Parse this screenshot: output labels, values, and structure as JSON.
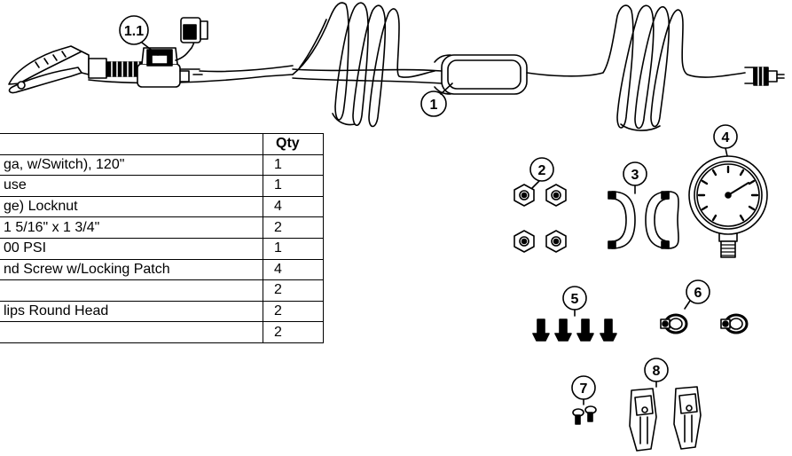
{
  "table": {
    "header": {
      "desc": "",
      "qty": "Qty"
    },
    "rows": [
      {
        "desc": "ga, w/Switch), 120\"",
        "qty": "1"
      },
      {
        "desc": "use",
        "qty": "1"
      },
      {
        "desc": "ge) Locknut",
        "qty": "4"
      },
      {
        "desc": " 1 5/16\" x 1 3/4\"",
        "qty": "2"
      },
      {
        "desc": "00 PSI",
        "qty": "1"
      },
      {
        "desc": "nd Screw w/Locking Patch",
        "qty": "4"
      },
      {
        "desc": "",
        "qty": "2"
      },
      {
        "desc": "lips Round Head",
        "qty": "2"
      },
      {
        "desc": "",
        "qty": "2"
      }
    ]
  },
  "callouts": {
    "c1_1": "1.1",
    "c1": "1",
    "c2": "2",
    "c3": "3",
    "c4": "4",
    "c5": "5",
    "c6": "6",
    "c7": "7",
    "c8": "8"
  }
}
